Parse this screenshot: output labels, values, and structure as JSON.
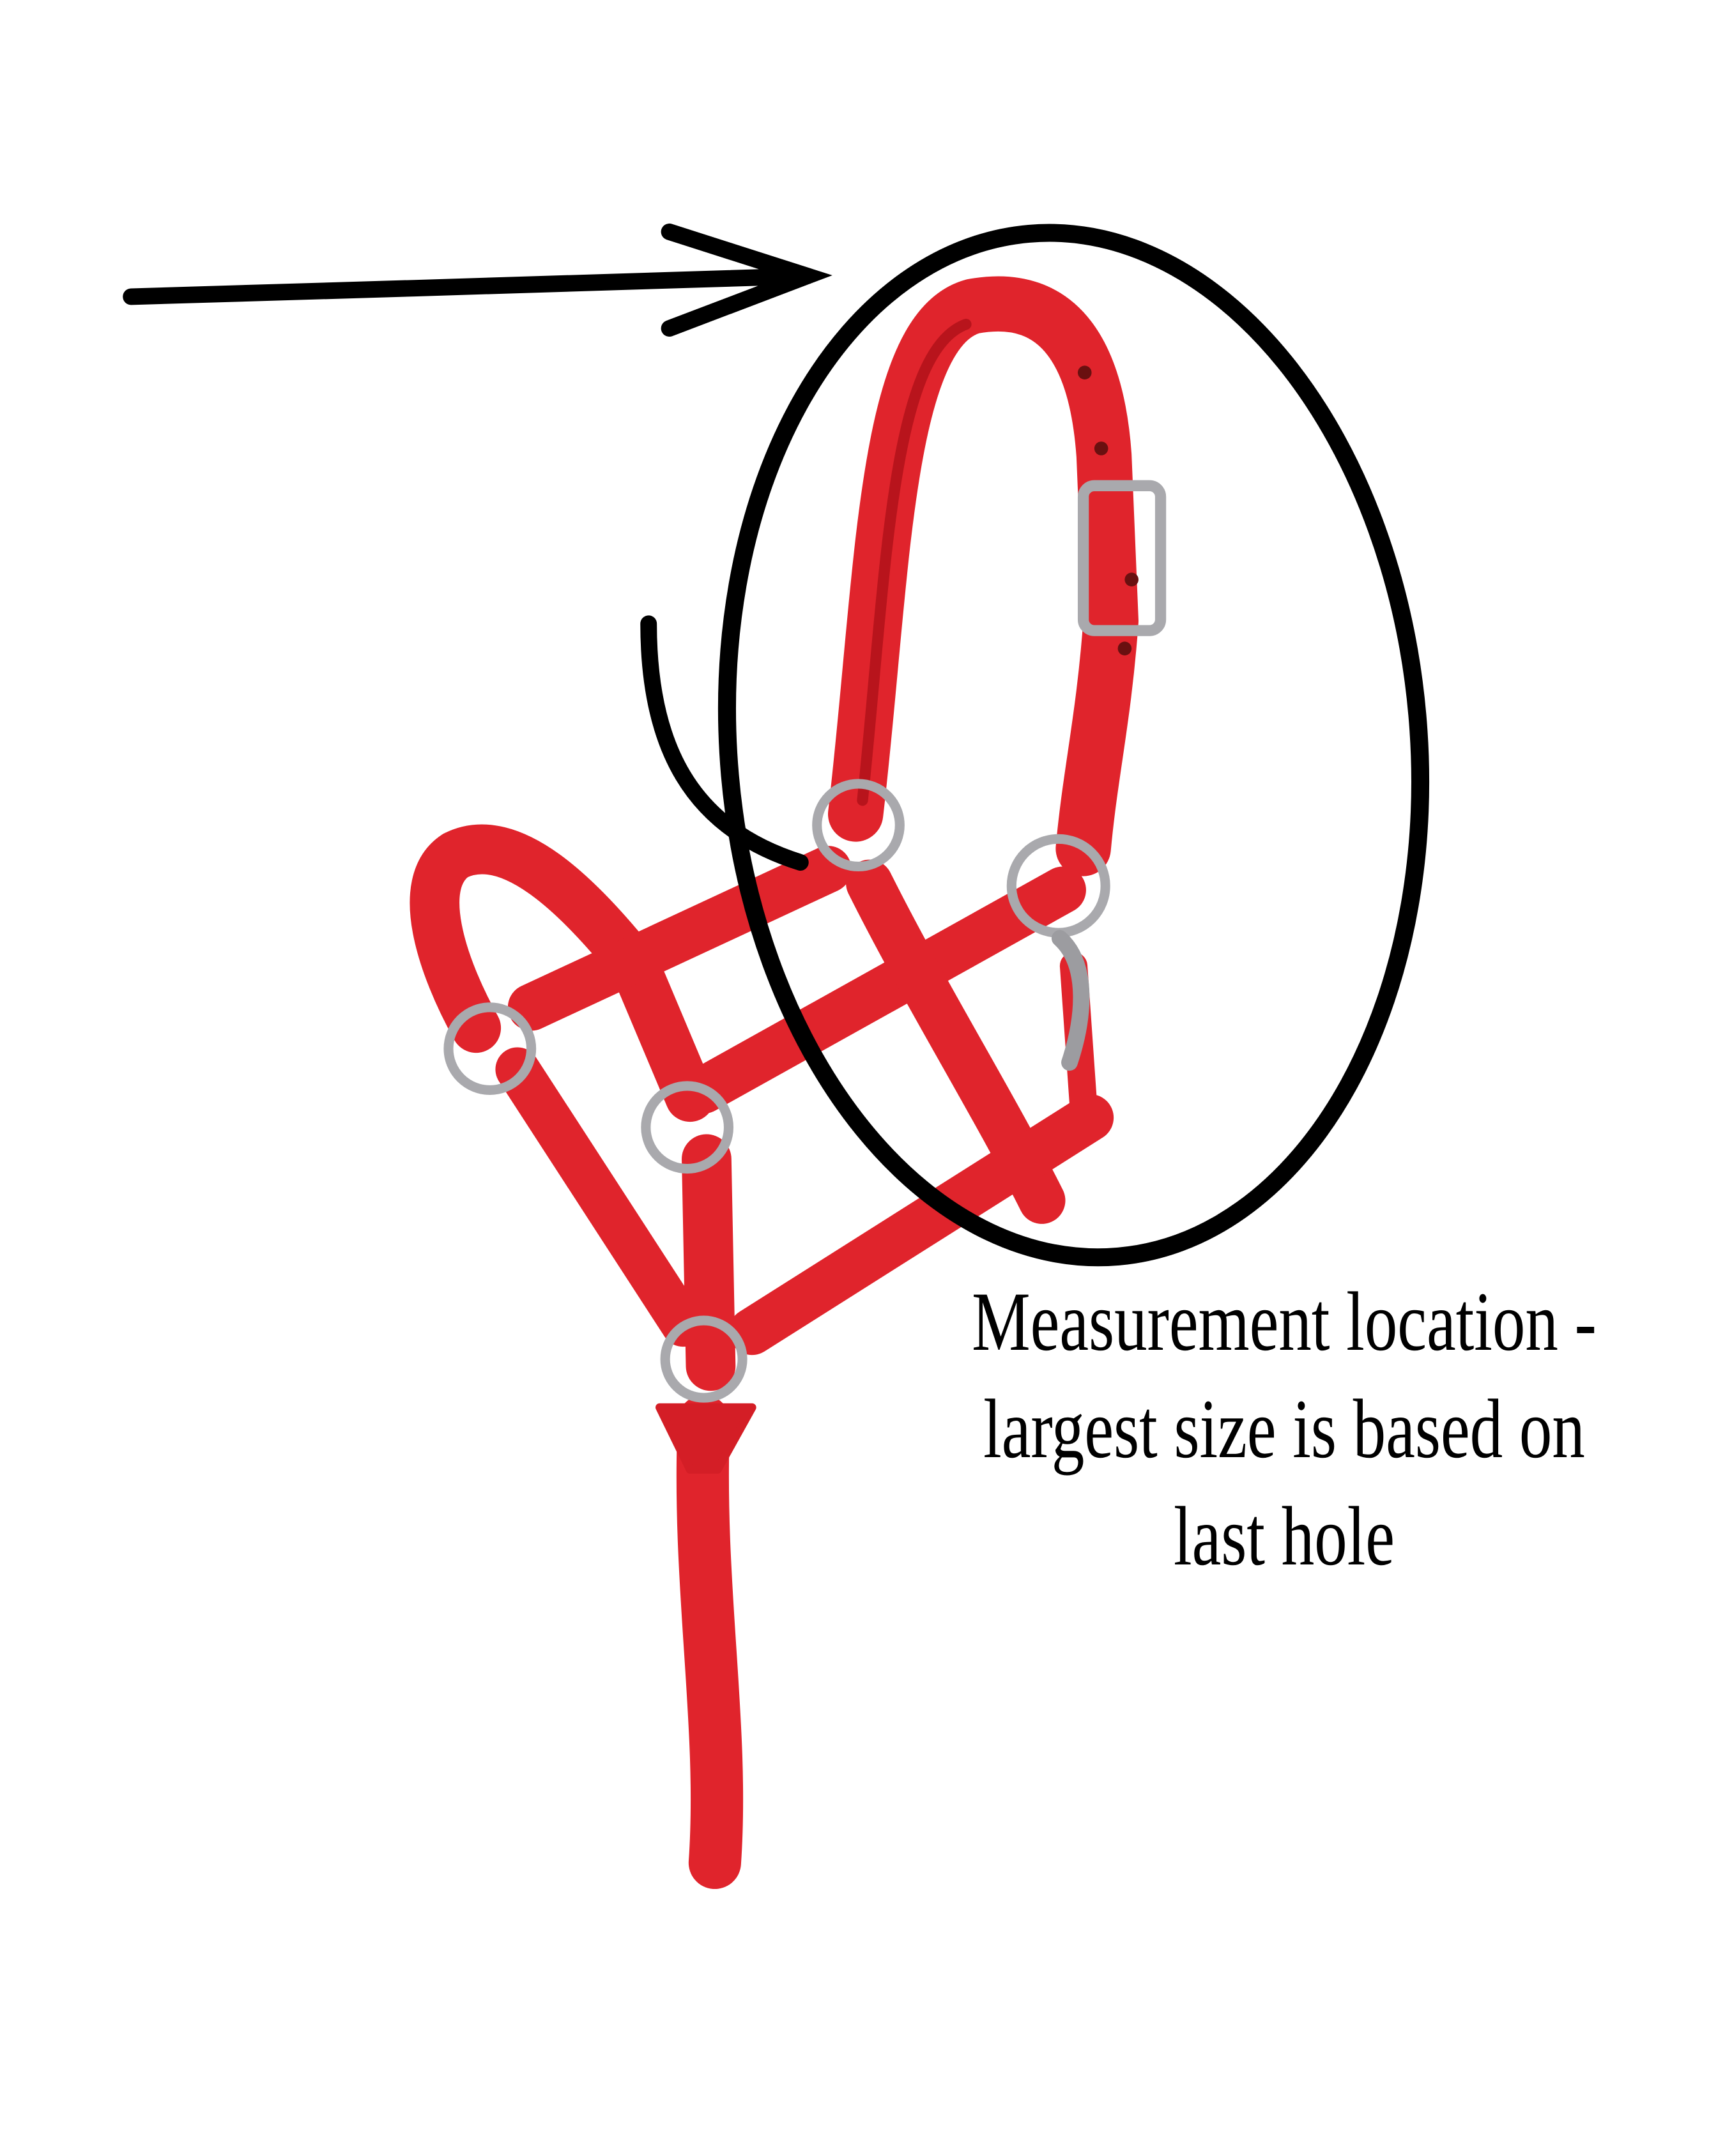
{
  "caption": {
    "lines": [
      "Measurement location -",
      "largest size is based on",
      "last hole"
    ]
  },
  "illustration": {
    "subject": "red-nylon-halter-with-lead",
    "halter_color": "#e0242c",
    "annotation_color": "#000000",
    "icons": [
      "arrow-right-icon",
      "highlight-ellipse"
    ]
  }
}
